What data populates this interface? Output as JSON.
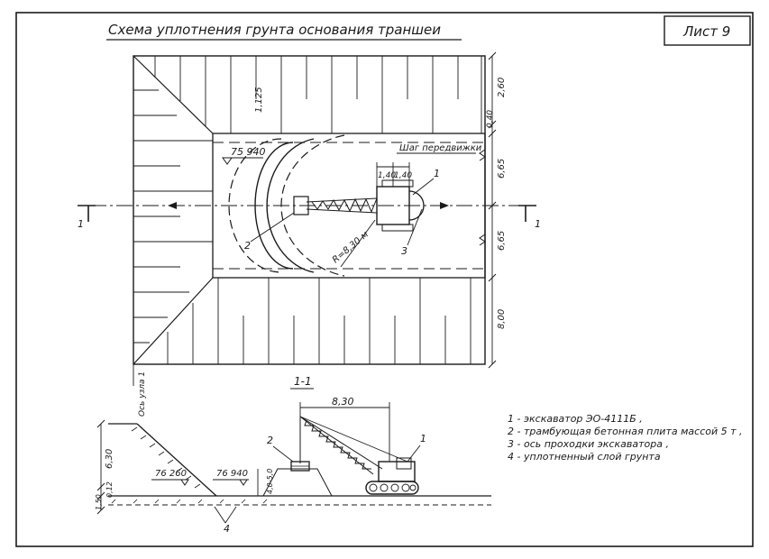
{
  "title": "Схема уплотнения грунта основания траншеи",
  "sheet_label": "Лист 9",
  "plan": {
    "elevation": "75 940",
    "step_label": "Шаг передвижки",
    "step_dims": [
      "1,40",
      "1,40"
    ],
    "radius": "R=8,30 м",
    "dims_right": [
      "2,60",
      "0,40",
      "6,65",
      "6,65",
      "8,00"
    ],
    "top_dim": "1,125",
    "callouts": [
      "1",
      "2",
      "3"
    ],
    "section_mark": "1",
    "axis_label": "Ось узла 1"
  },
  "section": {
    "title": "1-1",
    "reach": "8,30",
    "elev_left": "76 260",
    "elev_right": "76 940",
    "dims_left": [
      "6,30",
      "0,12",
      "1,50"
    ],
    "dim_pit": "4,0-5,0",
    "callouts": [
      "1",
      "2",
      "4"
    ]
  },
  "legend": [
    "1 - экскаватор ЭО-4111Б ,",
    "2 - трамбующая бетонная плита массой 5 т ,",
    "3 - ось проходки экскаватора ,",
    "4 - уплотненный слой грунта"
  ]
}
